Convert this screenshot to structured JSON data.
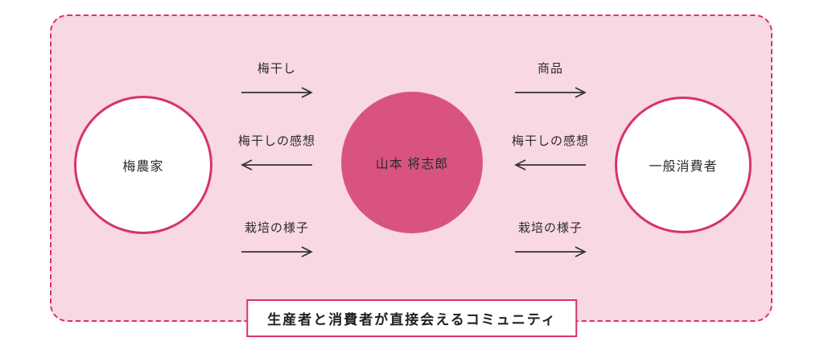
{
  "diagram": {
    "entities": {
      "left": {
        "label": "梅農家"
      },
      "center": {
        "label": "山本 将志郎"
      },
      "right": {
        "label": "一般消費者"
      }
    },
    "flows": {
      "left": [
        {
          "label": "梅干し",
          "direction": "right"
        },
        {
          "label": "梅干しの感想",
          "direction": "left"
        },
        {
          "label": "栽培の様子",
          "direction": "right"
        }
      ],
      "right": [
        {
          "label": "商品",
          "direction": "right"
        },
        {
          "label": "梅干しの感想",
          "direction": "left"
        },
        {
          "label": "栽培の様子",
          "direction": "right"
        }
      ]
    },
    "caption": "生産者と消費者が直接会えるコミュニティ",
    "colors": {
      "accent": "#d6336c",
      "panel_bg": "#f8d8e2",
      "center_circle_fill": "#d8547f",
      "text": "#2b2b2b",
      "arrow": "#333333"
    }
  }
}
